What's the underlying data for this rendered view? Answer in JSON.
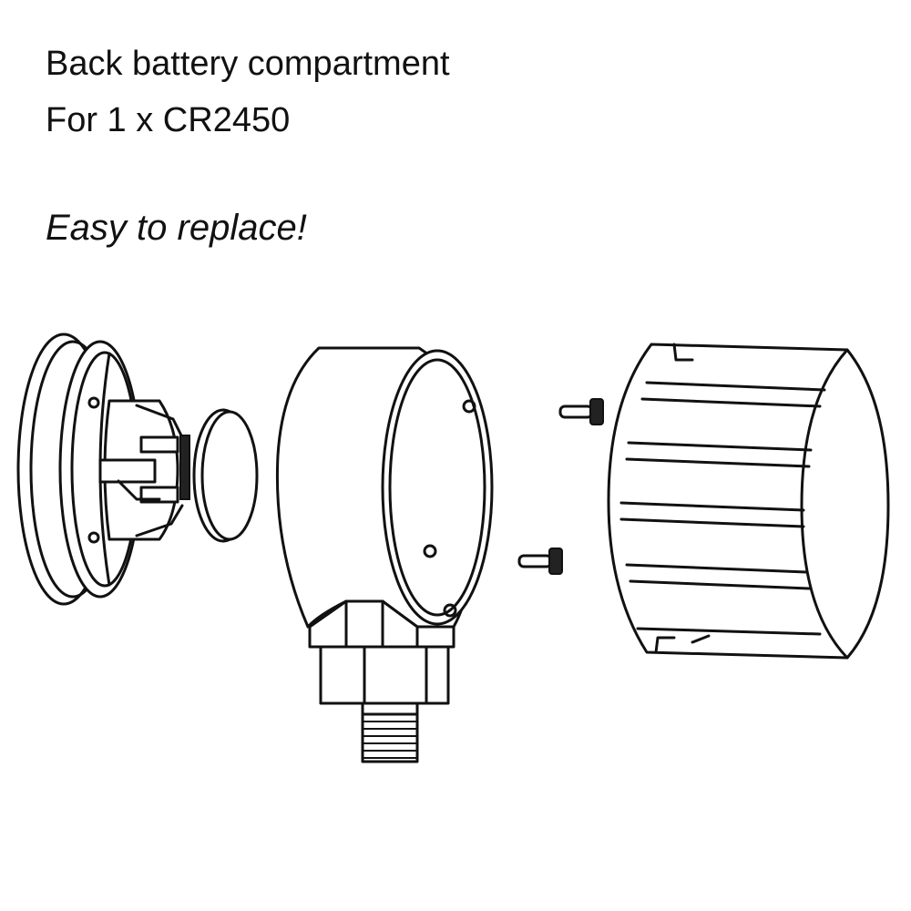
{
  "caption": {
    "line1": "Back battery compartment",
    "line2": "For 1 x CR2450",
    "tagline": "Easy to replace!"
  },
  "parts": [
    {
      "name": "back-cover-icon"
    },
    {
      "name": "coin-battery-icon"
    },
    {
      "name": "gauge-body-icon"
    },
    {
      "name": "screw-icon"
    },
    {
      "name": "ribbed-housing-icon"
    }
  ],
  "colors": {
    "line": "#111111",
    "background": "#ffffff"
  }
}
